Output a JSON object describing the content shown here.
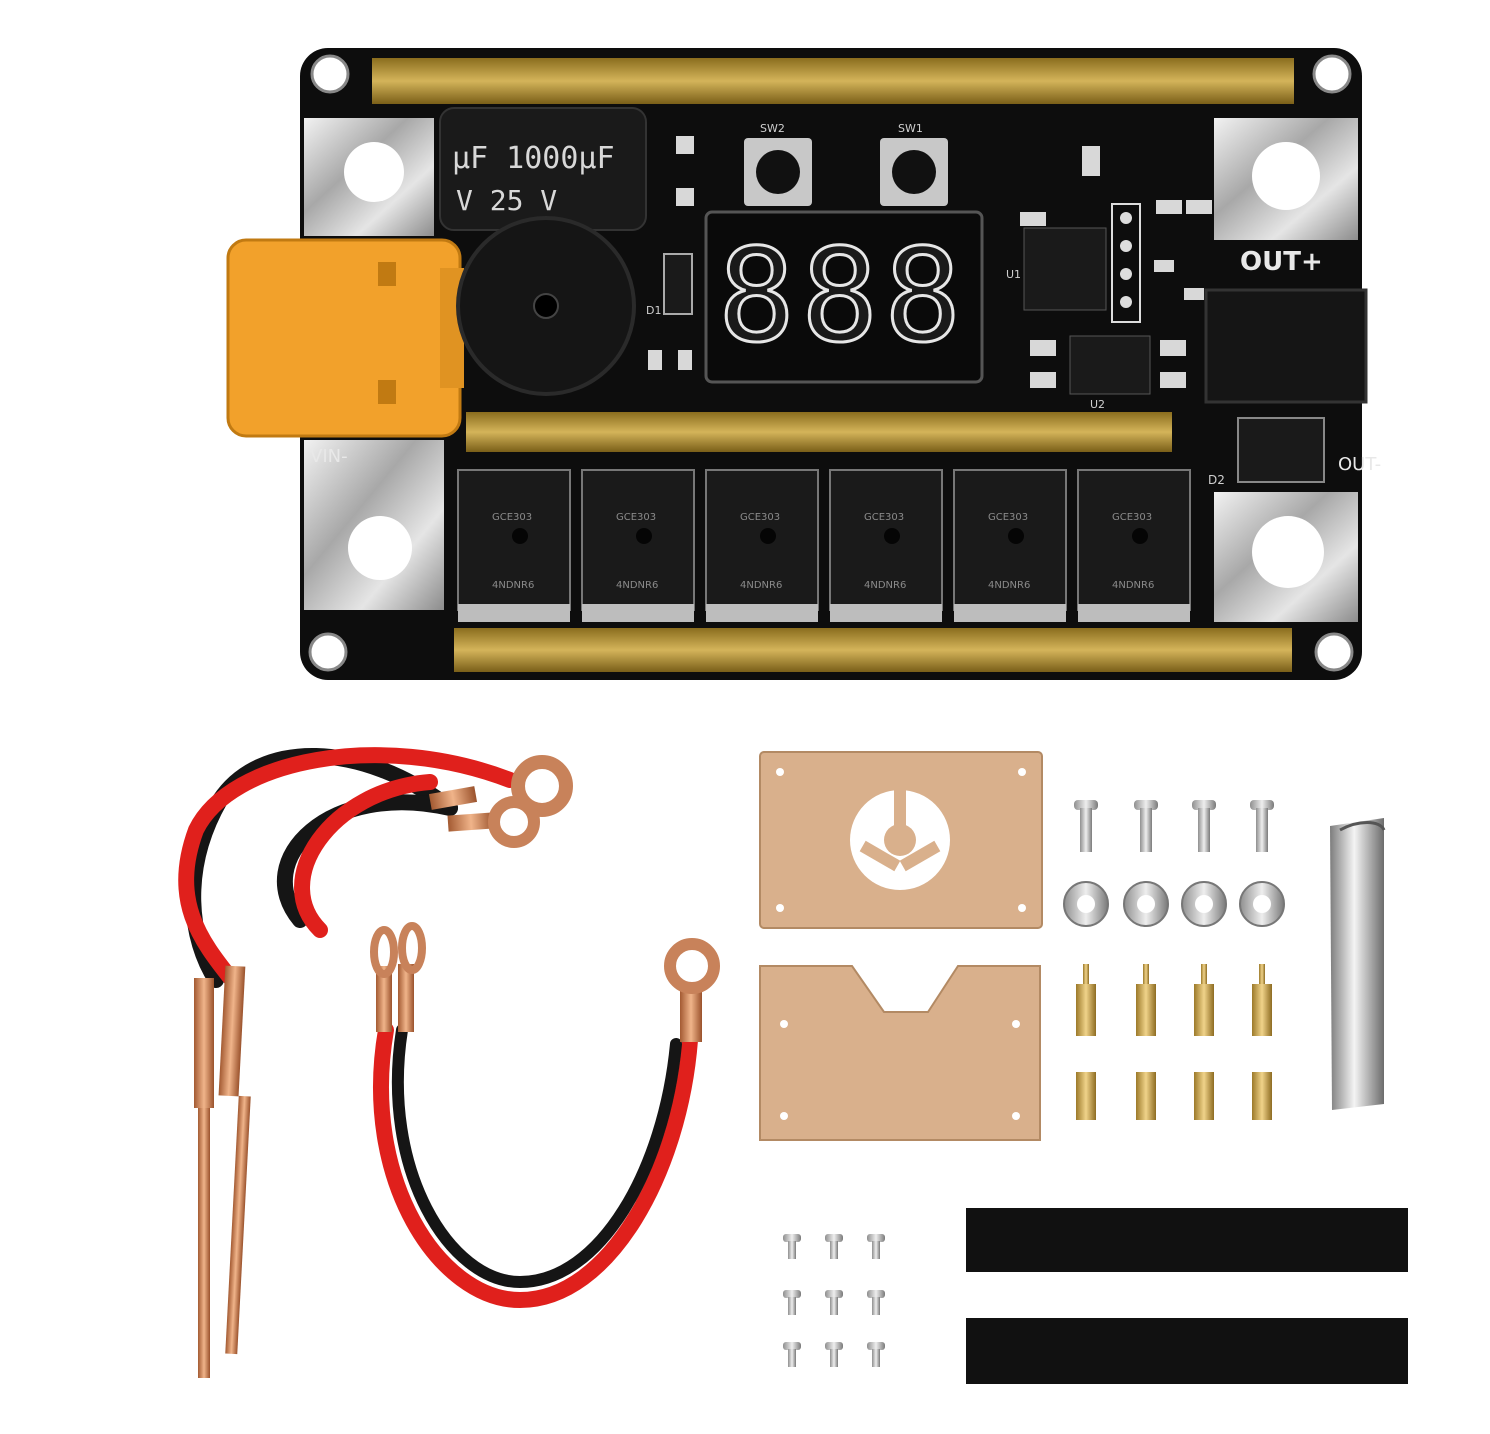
{
  "board": {
    "cap_text_1": "μF 1000μF",
    "cap_text_2": "V     25 V",
    "display_digits": "888",
    "silk_out_plus": "OUT+",
    "silk_out_minus": "OUT-",
    "silk_vin_minus": "VIN-",
    "silk_sw1": "SW1",
    "silk_sw2": "SW2",
    "silk_d1": "D1",
    "silk_d2": "D2",
    "silk_u1": "U1",
    "silk_u2": "U2",
    "mosfet_label_1": "GCE303",
    "mosfet_label_2": "4NDNR6",
    "mosfet_count": 6
  },
  "colors": {
    "pcb": "#0d0d0d",
    "brass": "#b99a3a",
    "tin": "#c9c9c9",
    "xt60": "#f2a12b",
    "acrylic": "#d9b08c",
    "copper": "#c8825a",
    "wire_red": "#e0201c",
    "wire_black": "#151515",
    "heatshrink": "#111111",
    "nickel": "#bdbdbd"
  },
  "parts": {
    "screws_large": 4,
    "nuts": 4,
    "standoffs_long": 4,
    "standoffs_short": 4,
    "screws_small": 9,
    "heatshrink_tubes": 2
  }
}
